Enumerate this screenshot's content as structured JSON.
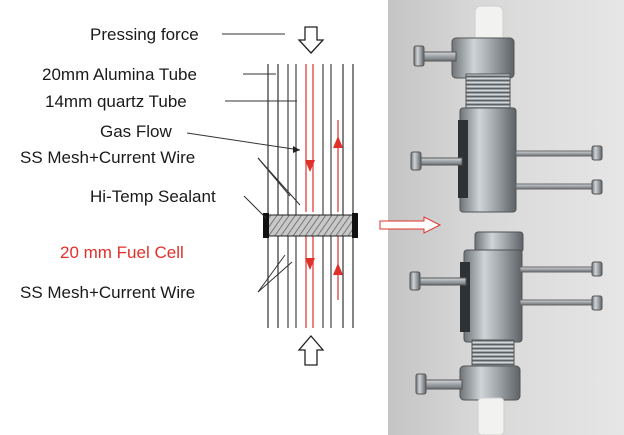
{
  "diagram": {
    "labels": {
      "pressing_force": "Pressing force",
      "alumina_tube": "20mm Alumina Tube",
      "quartz_tube": "14mm quartz Tube",
      "gas_flow": "Gas Flow",
      "mesh_top": "SS Mesh+Current Wire",
      "sealant": "Hi-Temp Sealant",
      "fuel_cell": "20 mm Fuel Cell",
      "mesh_bottom": "SS Mesh+Current Wire"
    },
    "colors": {
      "line": "#333333",
      "red_accent": "#e0302a",
      "arrow_outline": "#222222"
    }
  },
  "photo": {
    "description_icon": "fixture-photo",
    "colors": {
      "background": "#d6d6d6",
      "steel": "#9aa0a4",
      "steel_light": "#c9ced1",
      "ceramic": "#f2f2f0"
    }
  }
}
